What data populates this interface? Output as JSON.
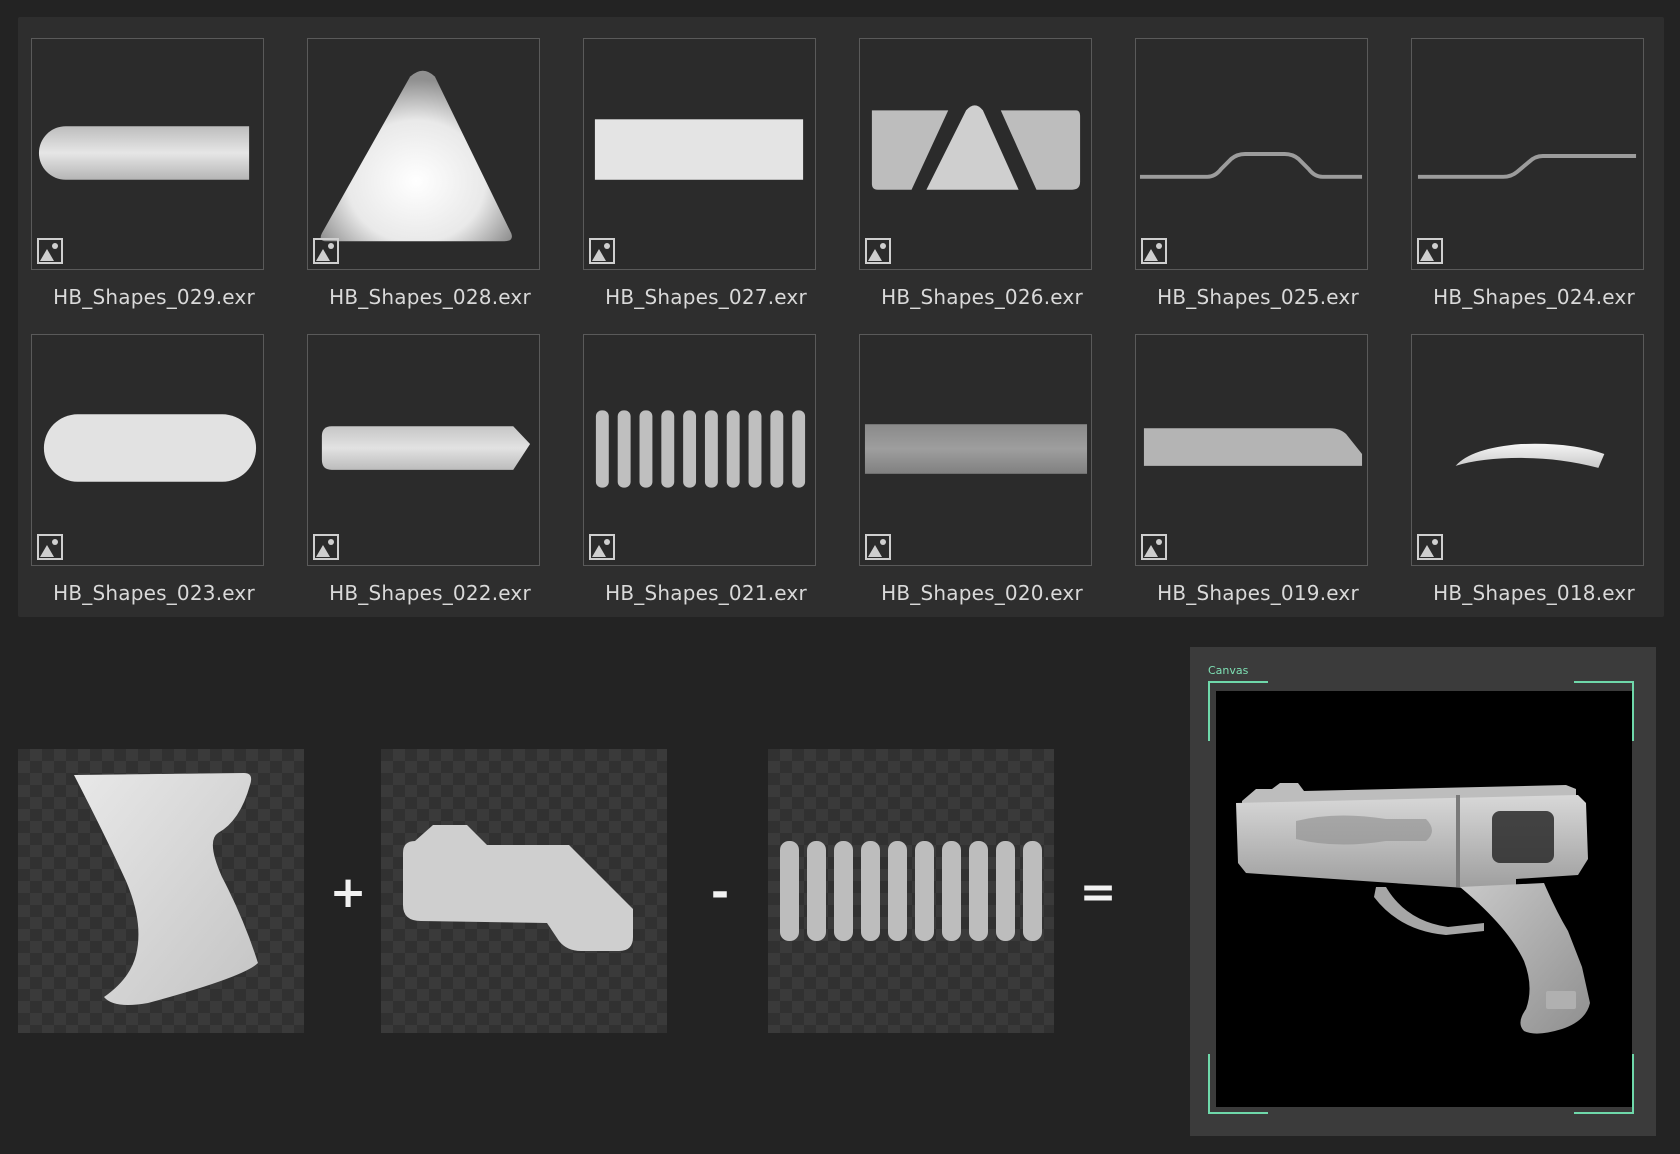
{
  "asset_browser": {
    "items": [
      {
        "label": "HB_Shapes_029.exr",
        "icon": "image-icon"
      },
      {
        "label": "HB_Shapes_028.exr",
        "icon": "image-icon"
      },
      {
        "label": "HB_Shapes_027.exr",
        "icon": "image-icon"
      },
      {
        "label": "HB_Shapes_026.exr",
        "icon": "image-icon"
      },
      {
        "label": "HB_Shapes_025.exr",
        "icon": "image-icon"
      },
      {
        "label": "HB_Shapes_024.exr",
        "icon": "image-icon"
      },
      {
        "label": "HB_Shapes_023.exr",
        "icon": "image-icon"
      },
      {
        "label": "HB_Shapes_022.exr",
        "icon": "image-icon"
      },
      {
        "label": "HB_Shapes_021.exr",
        "icon": "image-icon"
      },
      {
        "label": "HB_Shapes_020.exr",
        "icon": "image-icon"
      },
      {
        "label": "HB_Shapes_019.exr",
        "icon": "image-icon"
      },
      {
        "label": "HB_Shapes_018.exr",
        "icon": "image-icon"
      }
    ]
  },
  "combination": {
    "op_plus": "+",
    "op_minus": "-",
    "op_equals": "="
  },
  "canvas": {
    "label": "Canvas",
    "frame_color": "#6fd8aa"
  }
}
